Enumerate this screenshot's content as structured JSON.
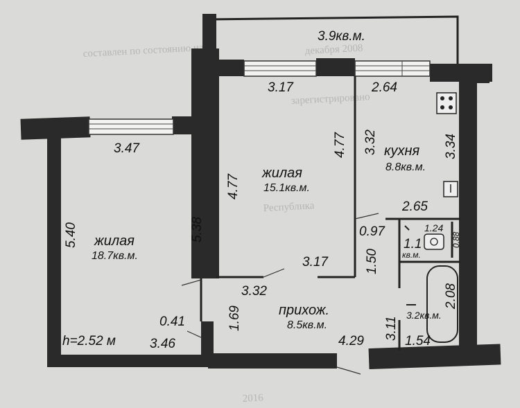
{
  "dims": {
    "balcony_area": "3.9кв.м.",
    "top_left_window": "3.17",
    "top_right_window": "2.64",
    "left_top": "3.47",
    "left_room_height": "5.40",
    "middle_room_left_height": "4.77",
    "middle_room_right_height": "4.77",
    "kitchen_left_height": "3.32",
    "kitchen_right_height": "3.34",
    "left_room_right_height": "5.38",
    "kitchen_bottom": "2.65",
    "door_097": "0.97",
    "bath_124": "1.24",
    "bath_088": "0.88",
    "middle_room_bottom": "3.17",
    "corridor_left_width": "1.50",
    "hall_top": "3.32",
    "hall_left_height": "1.69",
    "notch_041": "0.41",
    "left_room_bottom": "3.46",
    "hall_bottom": "4.29",
    "bath_height": "2.08",
    "bath_left_height": "3.11",
    "bath_bottom": "1.54",
    "ceiling_height": "h=2.52 м"
  },
  "rooms": {
    "left_room_name": "жилая",
    "left_room_area": "18.7кв.м.",
    "middle_room_name": "жилая",
    "middle_room_area": "15.1кв.м.",
    "kitchen_name": "кухня",
    "kitchen_area": "8.8кв.м.",
    "hall_name": "прихож.",
    "hall_area": "8.5кв.м.",
    "wc_area": "1.1",
    "wc_unit": "кв.м.",
    "bath_area": "3.2кв.м."
  },
  "background_text": {
    "line1": "составлен по состоянию на",
    "line2": "декабря 2008",
    "line3": "зарегистрировано",
    "line4": "Республика",
    "line5": "2016"
  }
}
